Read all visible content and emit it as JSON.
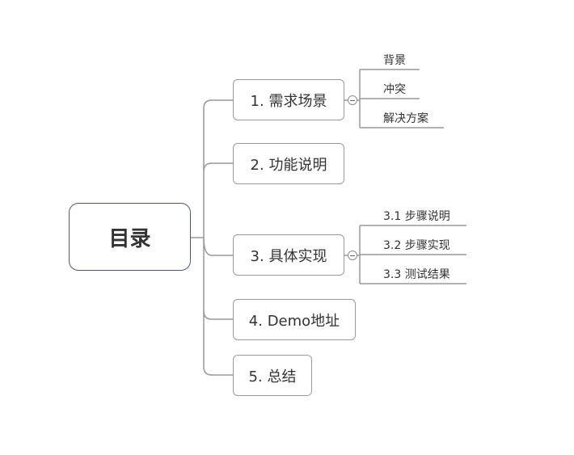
{
  "root": {
    "label": "目录"
  },
  "topics": [
    {
      "label": "1. 需求场景",
      "children": [
        "背景",
        "冲突",
        "解决方案"
      ]
    },
    {
      "label": "2. 功能说明",
      "children": []
    },
    {
      "label": "3. 具体实现",
      "children": [
        "3.1 步骤说明",
        "3.2 步骤实现",
        "3.3 测试结果"
      ]
    },
    {
      "label": "4. Demo地址",
      "children": []
    },
    {
      "label": "5. 总结",
      "children": []
    }
  ],
  "colors": {
    "root_border": "#4a5a70",
    "node_border": "#9a9a9a",
    "line": "#999999"
  }
}
